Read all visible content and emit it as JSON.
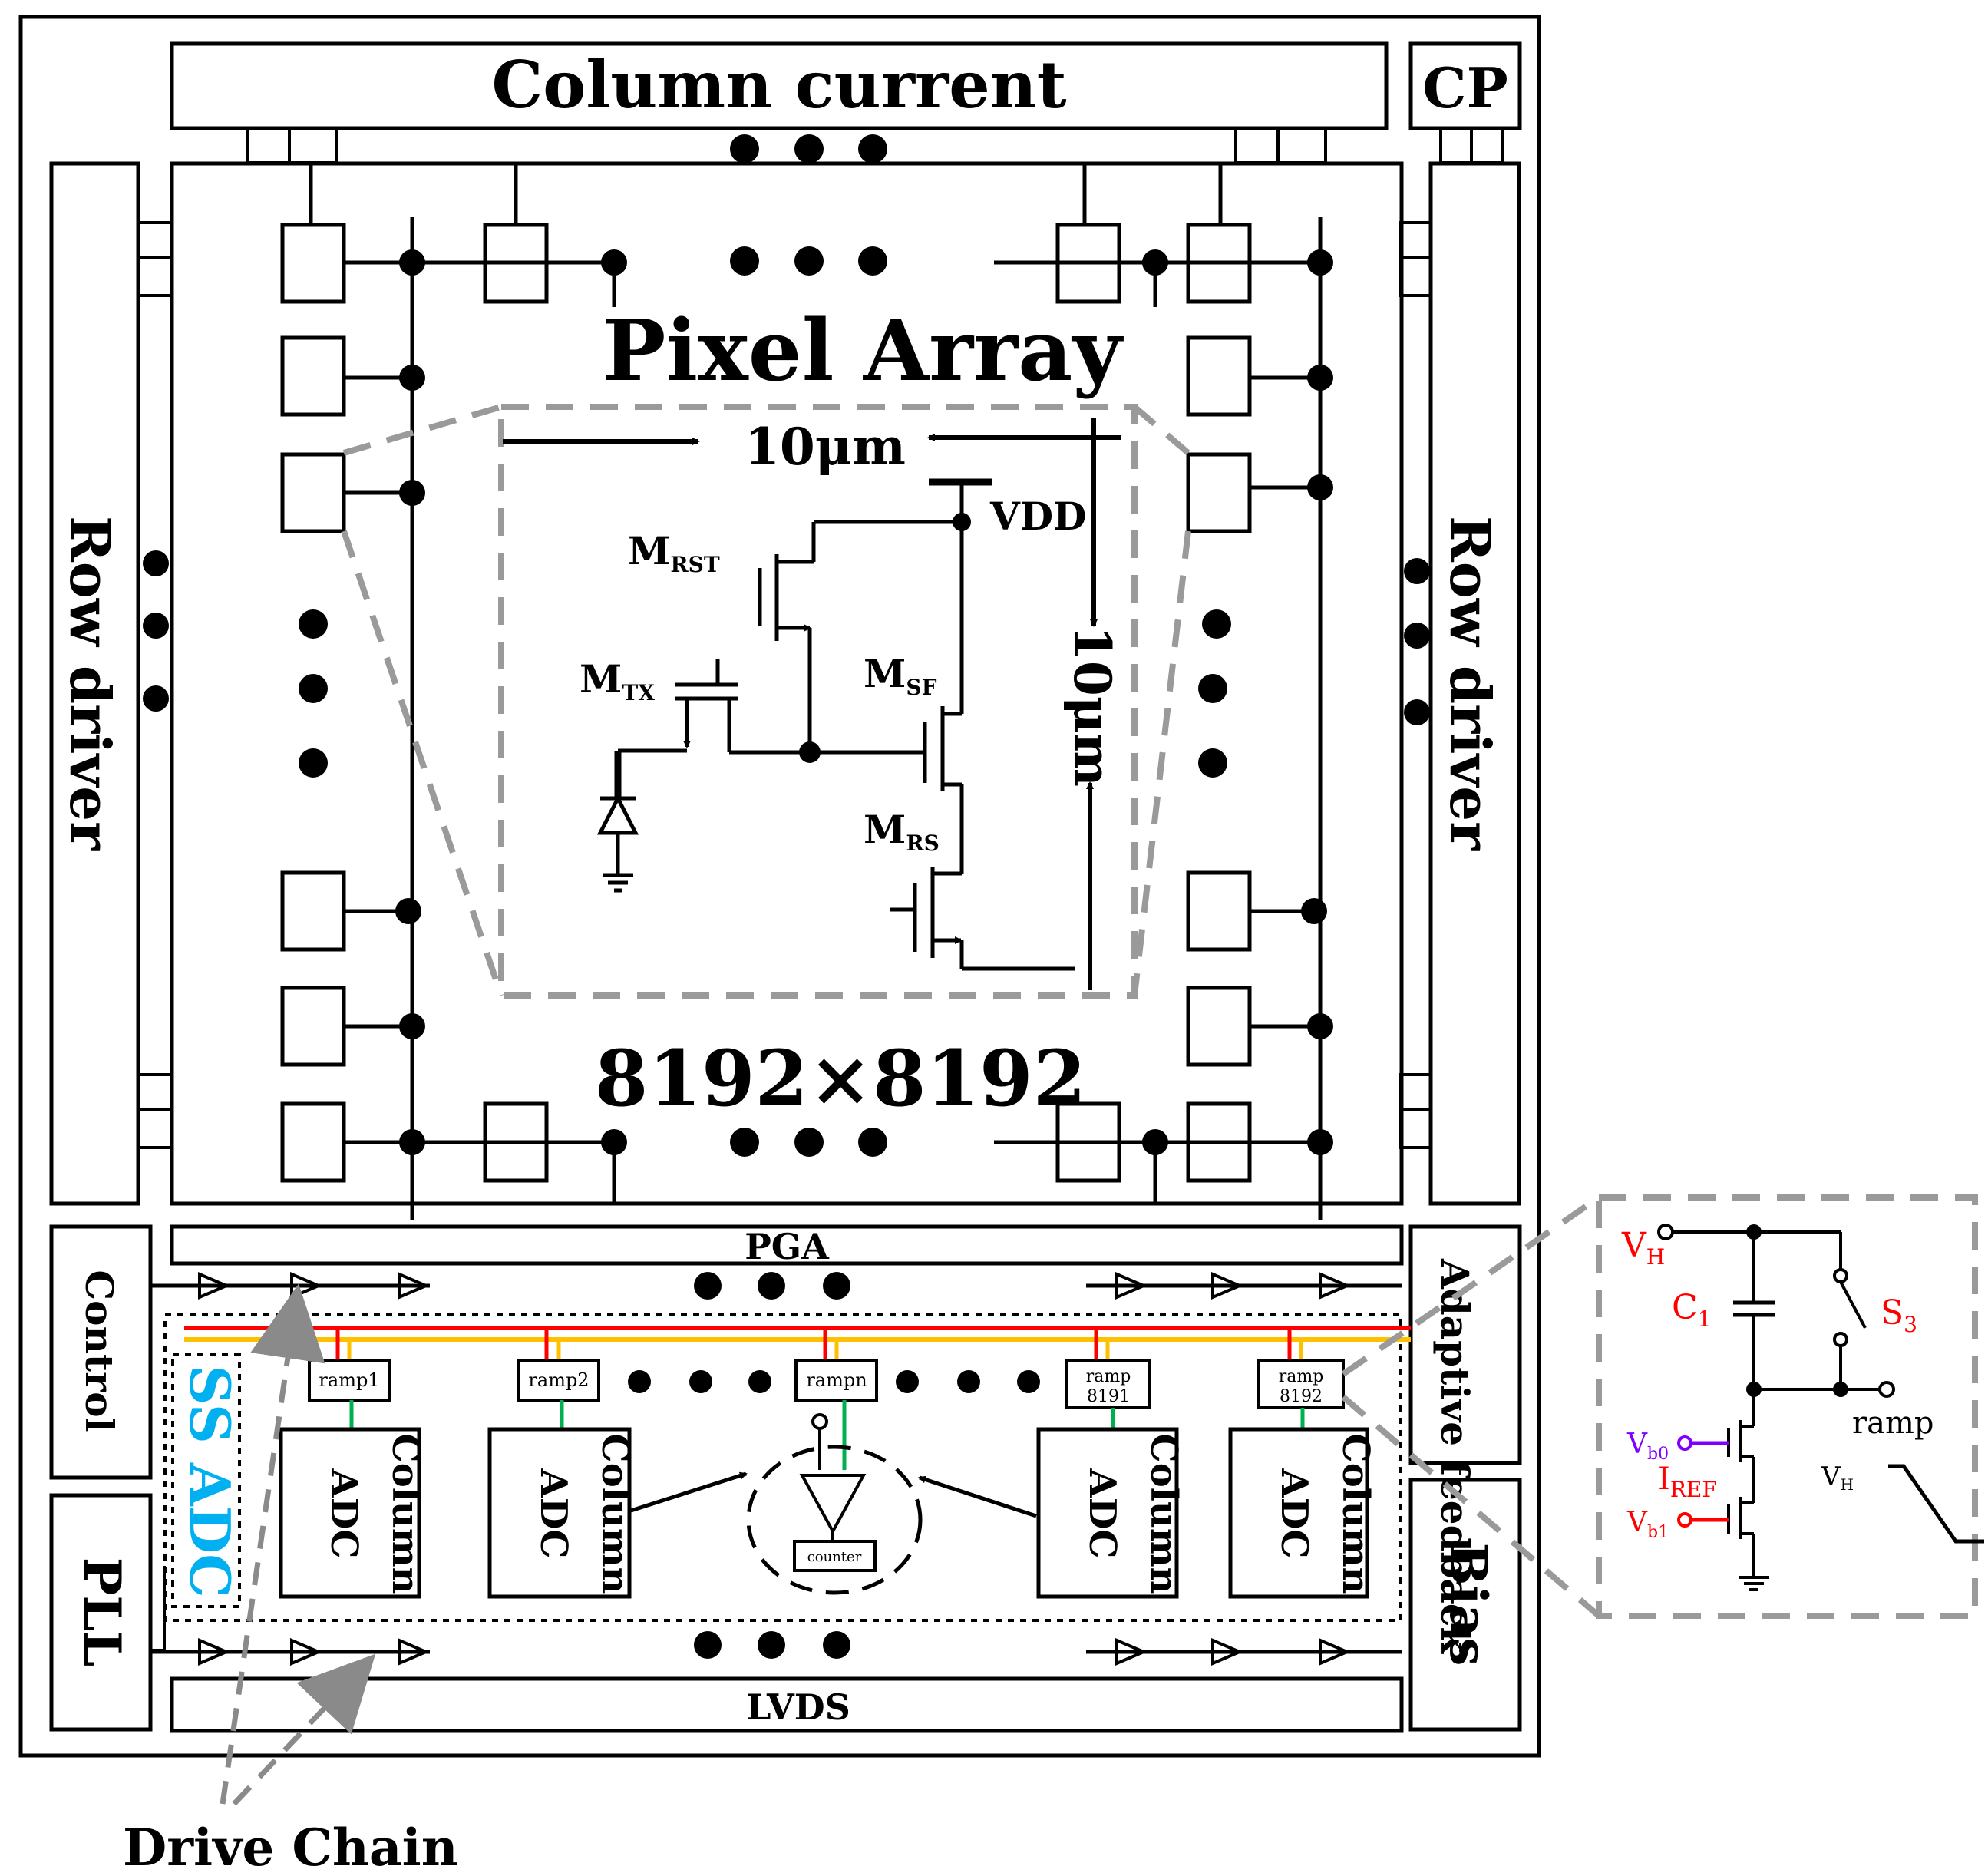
{
  "blocks": {
    "column_current": "Column current",
    "cp": "CP",
    "row_driver_left": "Row driver",
    "row_driver_right": "Row driver",
    "pixel_array": "Pixel Array",
    "array_size": "8192×8192",
    "pga": "PGA",
    "control": "Control",
    "adaptive_feedback": "Adaptive feedback",
    "pll": "PLL",
    "bias": "Bias",
    "lvds": "LVDS",
    "ss_adc": "SS ADC",
    "drive_chain": "Drive Chain"
  },
  "pixel_circuit": {
    "width": "10μm",
    "height": "10μm",
    "vdd": "VDD",
    "m_rst": {
      "main": "M",
      "sub": "RST"
    },
    "m_tx": {
      "main": "M",
      "sub": "TX"
    },
    "m_sf": {
      "main": "M",
      "sub": "SF"
    },
    "m_rs": {
      "main": "M",
      "sub": "RS"
    }
  },
  "adc_channels": {
    "ramps": [
      "ramp1",
      "ramp2",
      "rampn",
      "ramp 8191",
      "ramp 8192"
    ],
    "column_adc": "Column ADC",
    "counter": "counter"
  },
  "ramp_circuit": {
    "vh": {
      "main": "V",
      "sub": "H"
    },
    "c1": {
      "main": "C",
      "sub": "1"
    },
    "s3": {
      "main": "S",
      "sub": "3"
    },
    "ramp": "ramp",
    "vb0": {
      "main": "V",
      "sub": "b0"
    },
    "iref": {
      "main": "I",
      "sub": "REF"
    },
    "vb1": {
      "main": "V",
      "sub": "b1"
    },
    "vh_wave": {
      "main": "V",
      "sub": "H"
    }
  },
  "colors": {
    "red_bus": "#ff0000",
    "yellow_bus": "#ffc000",
    "green_link": "#00b050",
    "ss_adc_label": "#00b0f0",
    "vb0_purple": "#8000ff",
    "annot_red": "#ff0000",
    "dashed_gray": "#9a9a9a"
  }
}
